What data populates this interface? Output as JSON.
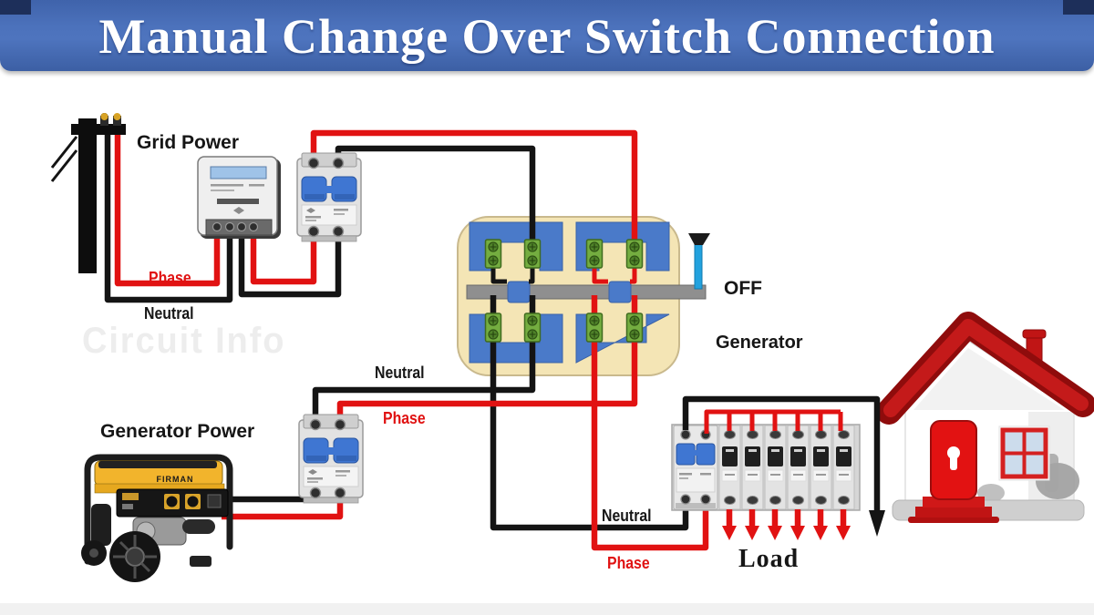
{
  "header": {
    "title": "Manual Change Over Switch Connection"
  },
  "grid_section": {
    "title": "Grid Power",
    "phase_label": "Phase",
    "neutral_label": "Neutral"
  },
  "generator_section": {
    "title": "Generator Power",
    "brand": "FIRMAN",
    "neutral_label": "Neutral",
    "phase_label": "Phase"
  },
  "changeover_switch": {
    "position_labels": {
      "off": "OFF",
      "generator": "Generator"
    }
  },
  "load_section": {
    "neutral_label": "Neutral",
    "phase_label": "Phase",
    "load_label": "Load"
  },
  "watermark": "Circuit Info",
  "colors": {
    "header_blue": "#4c72bc",
    "corner_navy": "#1d2f5a",
    "phase_wire_red": "#e11212",
    "neutral_wire_black": "#141414",
    "switch_body_cream": "#f4e5b5",
    "switch_blue": "#4a7ac9",
    "handle_cyan": "#22a2de",
    "terminal_green": "#74ad40",
    "mcb_toggle_blue": "#3f76d2",
    "busbar_red": "#e11212",
    "roof_red": "#b11010",
    "door_red": "#e21212"
  }
}
